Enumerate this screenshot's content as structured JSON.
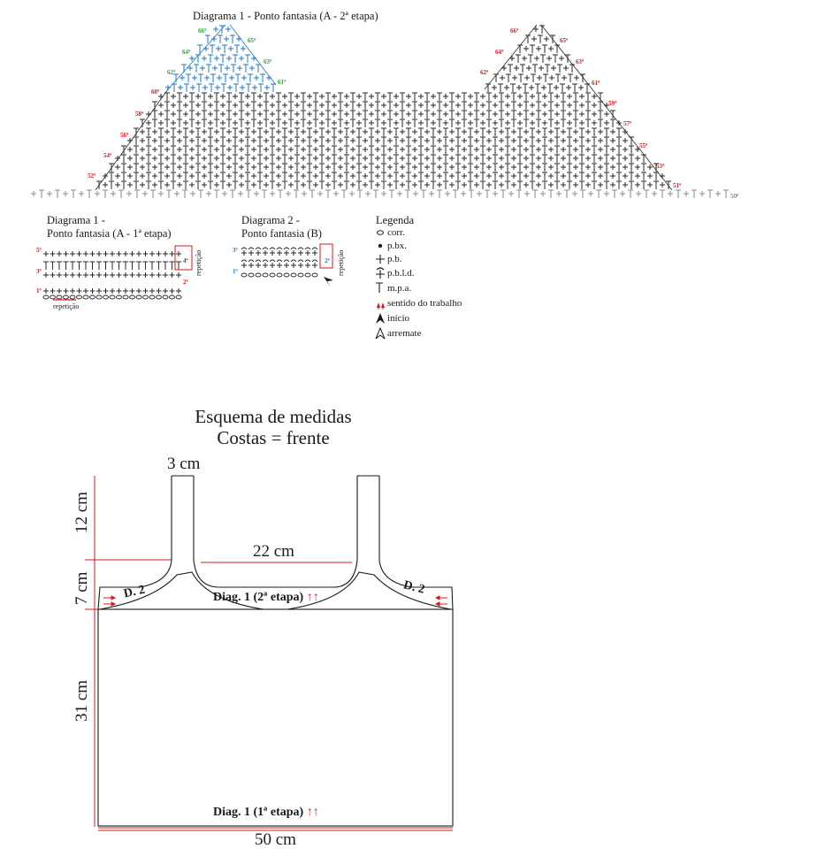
{
  "diagram1_stage2": {
    "title": "Diagrama 1 - Ponto  fantasia (A - 2ª etapa)",
    "rows_left": [
      "52ª",
      "54ª",
      "56ª",
      "58ª",
      "60ª",
      "62ª",
      "64ª",
      "66ª"
    ],
    "rows_right": [
      "51ª",
      "53ª",
      "55ª",
      "57ª",
      "59ª",
      "61ª",
      "63ª",
      "65ª"
    ],
    "rows_left_green": [
      "62ª",
      "64ª",
      "66ª"
    ],
    "rows_right_green": [
      "61ª",
      "63ª",
      "65ª"
    ],
    "base_row": "50ª",
    "colors": {
      "mark": "#d7191c",
      "accent_blue": "#1f78c8",
      "accent_green": "#2e9e3e"
    }
  },
  "diagram1_stage1": {
    "title_line1": "Diagrama 1 -",
    "title_line2": "Ponto  fantasia (A - 1ª etapa)",
    "rows_left": [
      "1ª",
      "3ª",
      "5ª"
    ],
    "rows_right": [
      "2ª",
      "4ª"
    ],
    "repeat_label_side": "repetição",
    "repeat_label_bottom": "repetição"
  },
  "diagram2": {
    "title_line1": "Diagrama 2 -",
    "title_line2": "Ponto fantasia (B)",
    "rows_left": [
      "1ª",
      "3ª"
    ],
    "rows_right": [
      "2ª"
    ],
    "repeat_label": "repetição"
  },
  "legend": {
    "title": "Legenda",
    "items": [
      {
        "symbol": "chain-oval-icon",
        "label": "corr."
      },
      {
        "symbol": "slip-stitch-dot-icon",
        "label": "p.bx."
      },
      {
        "symbol": "single-crochet-cross-icon",
        "label": "p.b."
      },
      {
        "symbol": "single-crochet-back-loop-icon",
        "label": "p.b.l.d."
      },
      {
        "symbol": "half-double-crochet-icon",
        "label": "m.p.a."
      },
      {
        "symbol": "work-direction-arrows-icon",
        "label": "sentido do trabalho"
      },
      {
        "symbol": "start-arrow-icon",
        "label": "início"
      },
      {
        "symbol": "finish-arrow-icon",
        "label": "arremate"
      }
    ]
  },
  "schema": {
    "title_line1": "Esquema de medidas",
    "title_line2": "Costas = frente",
    "dim_strap_width": "3 cm",
    "dim_strap_height": "12 cm",
    "dim_yoke_height": "7 cm",
    "dim_neck_width": "22 cm",
    "dim_body_height": "31 cm",
    "dim_body_width": "50 cm",
    "label_d2_left": "D. 2",
    "label_d2_right": "D. 2",
    "label_top_section": "Diag. 1 (2ª etapa)",
    "label_bottom_section": "Diag. 1 (1ª etapa)",
    "direction_arrows": "↑↑",
    "colors": {
      "dimension_line": "#d7191c",
      "outline": "#1a1a1a"
    }
  }
}
